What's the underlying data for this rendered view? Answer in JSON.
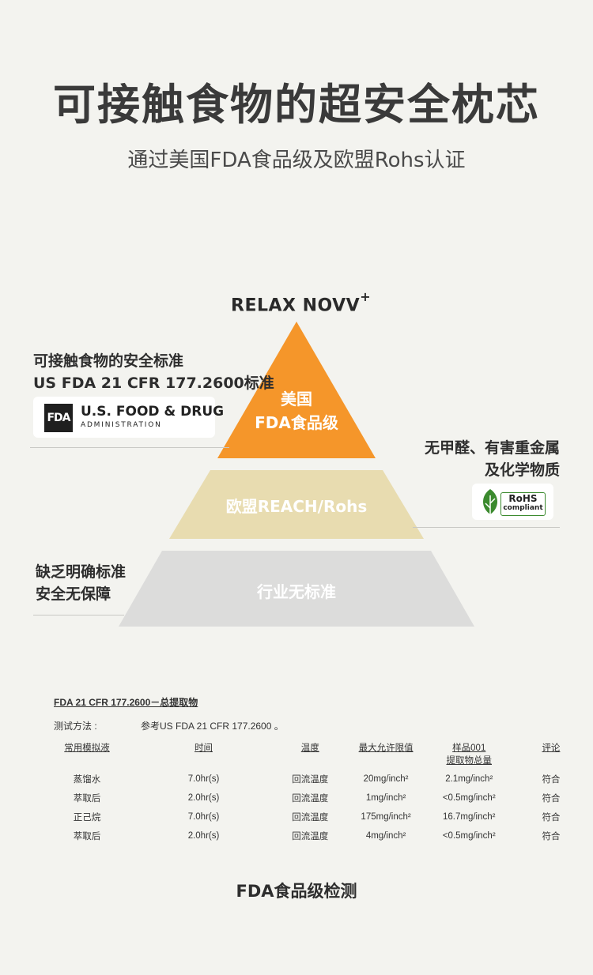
{
  "header": {
    "title": "可接触食物的超安全枕芯",
    "subtitle": "通过美国FDA食品级及欧盟Rohs认证"
  },
  "brand": {
    "name": "RELAX NOVV",
    "mark": "+"
  },
  "pyramid": {
    "colors": {
      "top": "#f5962a",
      "middle": "#e8dcb0",
      "bottom": "#dcdcdb"
    },
    "tiers": [
      {
        "line1": "美国",
        "line2": "FDA食品级"
      },
      {
        "label": "欧盟REACH/Rohs"
      },
      {
        "label": "行业无标准"
      }
    ]
  },
  "annotations": {
    "fda": {
      "line1": "可接触食物的安全标准",
      "line2": "US FDA 21 CFR 177.2600标准"
    },
    "rohs": {
      "line1": "无甲醛、有害重金属",
      "line2": "及化学物质"
    },
    "none": {
      "line1": "缺乏明确标准",
      "line2": "安全无保障"
    }
  },
  "fda_logo": {
    "mark": "FDA",
    "line1": "U.S. FOOD & DRUG",
    "line2": "ADMINISTRATION"
  },
  "rohs_logo": {
    "line1": "RoHS",
    "line2": "compliant",
    "color": "#3b8a2e"
  },
  "report": {
    "title": "FDA 21 CFR 177.2600－总提取物",
    "method_label": "测试方法 :",
    "method_value": "参考US FDA 21 CFR 177.2600 。",
    "headers": [
      "常用模拟液",
      "时间",
      "温度",
      "最大允许限值",
      "样品001",
      "评论"
    ],
    "header_sub": "提取物总量",
    "rows": [
      [
        "蒸馏水",
        "7.0hr(s)",
        "回流温度",
        "20mg/inch²",
        "2.1mg/inch²",
        "符合"
      ],
      [
        "萃取后",
        "2.0hr(s)",
        "回流温度",
        "1mg/inch²",
        "<0.5mg/inch²",
        "符合"
      ],
      [
        "正己烷",
        "7.0hr(s)",
        "回流温度",
        "175mg/inch²",
        "16.7mg/inch²",
        "符合"
      ],
      [
        "萃取后",
        "2.0hr(s)",
        "回流温度",
        "4mg/inch²",
        "<0.5mg/inch²",
        "符合"
      ]
    ]
  },
  "footer": {
    "caption": "FDA食品级检测"
  }
}
